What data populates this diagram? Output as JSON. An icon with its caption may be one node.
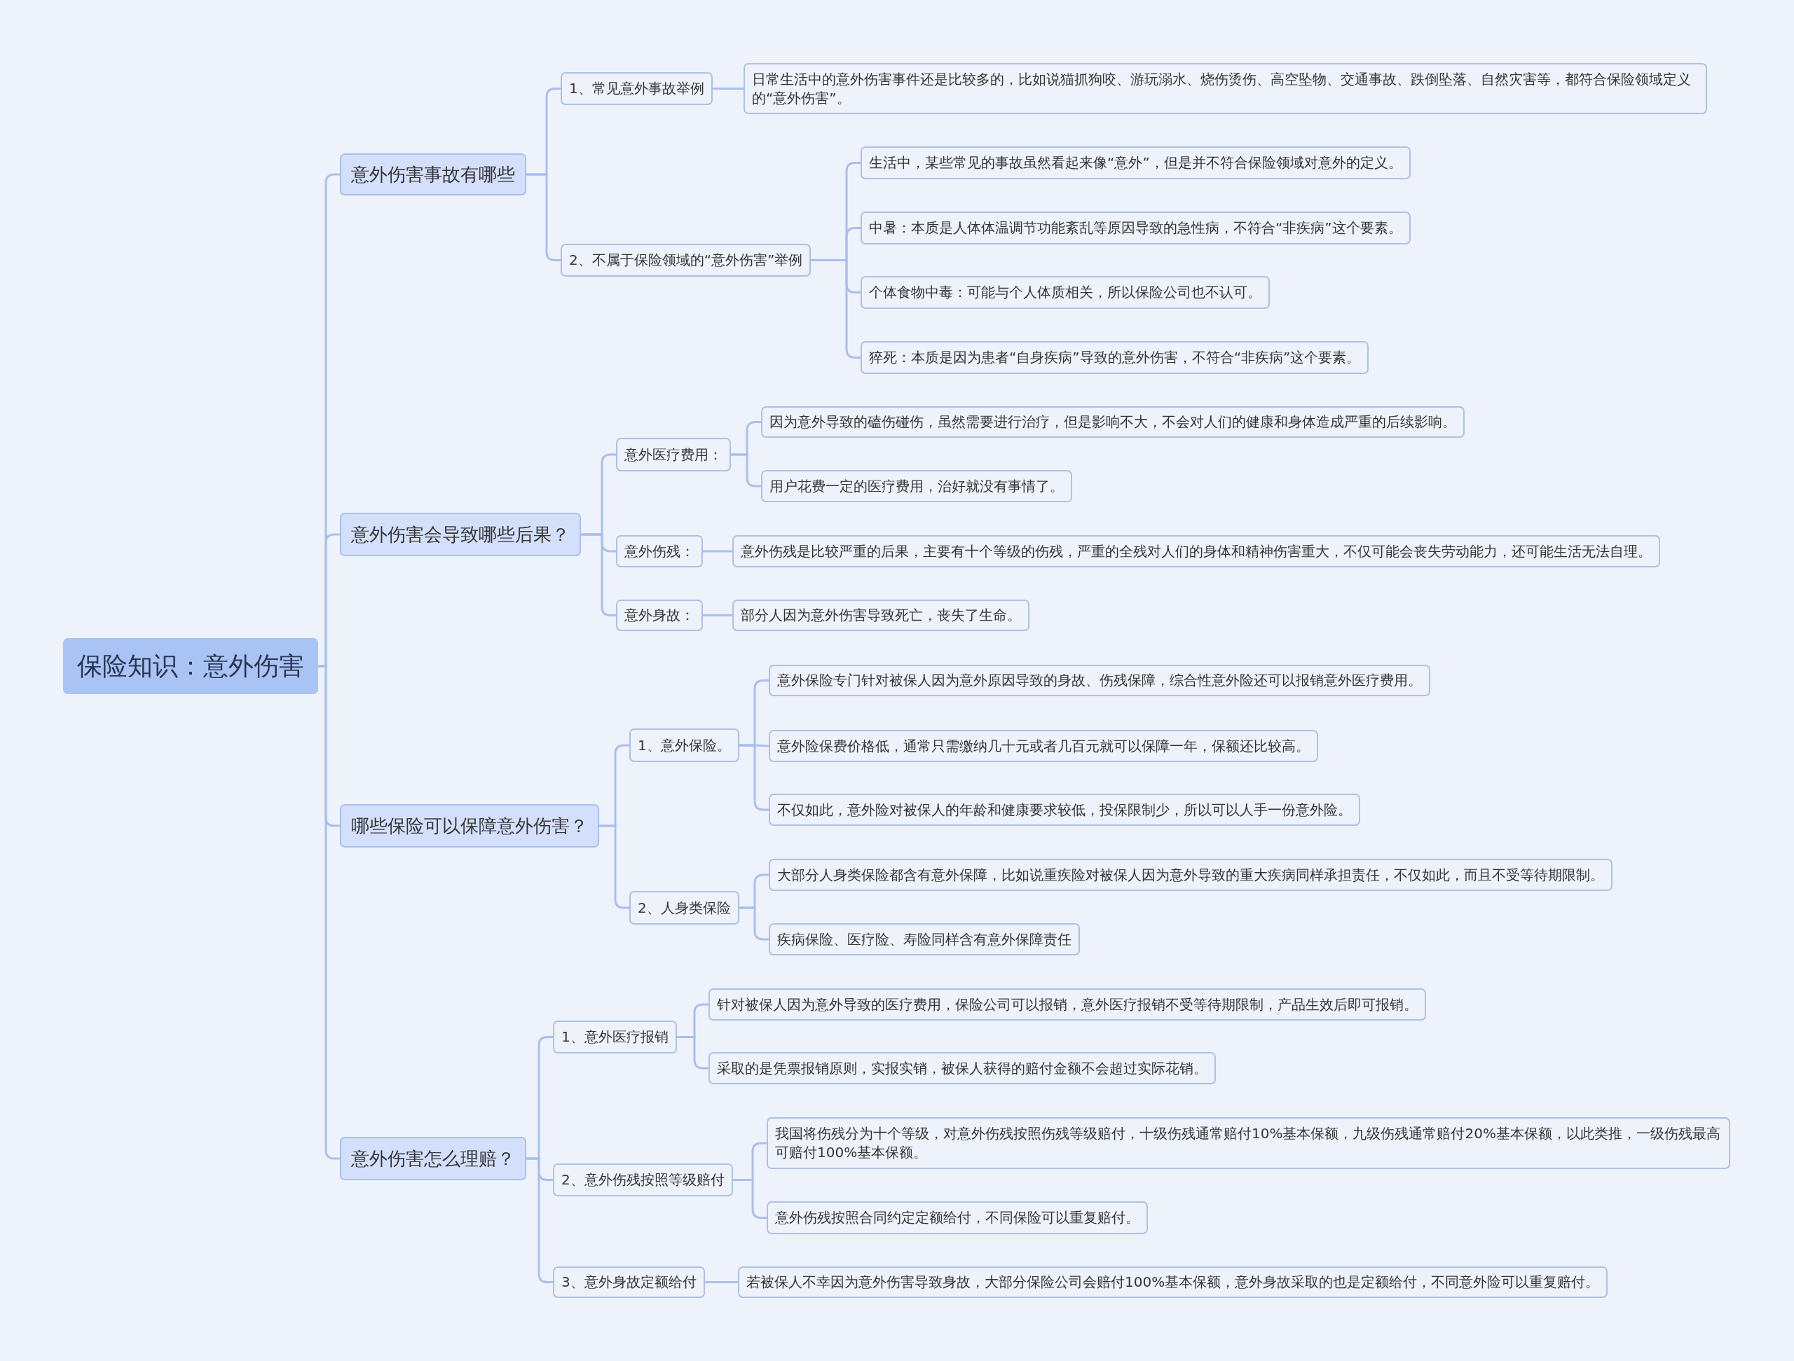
{
  "diagram": {
    "nodes": [
      {
        "text": [
          "保险知识：意外伤害"
        ]
      },
      {
        "text": [
          "意外伤害事故有哪些"
        ]
      },
      {
        "text": [
          "1、常见意外事故举例"
        ]
      },
      {
        "text": [
          "日常生活中的意外伤害事件还是比较多的，比如说猫抓狗咬、游玩溺水、烧伤烫伤、高空坠物、交通事故、跌倒坠落、自然灾害等，都符合保险领域定义的“意外伤害”。"
        ]
      },
      {
        "text": [
          "2、不属于保险领域的“意外伤害”举例"
        ]
      },
      {
        "text": [
          "生活中，某些常见的事故虽然看起来像“意外”，但是并不符合保险领域对意外的定义。"
        ]
      },
      {
        "text": [
          "中暑：本质是人体体温调节功能紊乱等原因导致的急性病，不符合“非疾病”这个要素。"
        ]
      },
      {
        "text": [
          "个体食物中毒：可能与个人体质相关，所以保险公司也不认可。"
        ]
      },
      {
        "text": [
          "猝死：本质是因为患者“自身疾病”导致的意外伤害，不符合“非疾病”这个要素。"
        ]
      },
      {
        "text": [
          "意外伤害会导致哪些后果？"
        ]
      },
      {
        "text": [
          "意外医疗费用："
        ]
      },
      {
        "text": [
          "因为意外导致的磕伤碰伤，虽然需要进行治疗，但是影响不大，不会对人们的健康和身体造成严重的后续影响。"
        ]
      },
      {
        "text": [
          "用户花费一定的医疗费用，治好就没有事情了。"
        ]
      },
      {
        "text": [
          "意外伤残："
        ]
      },
      {
        "text": [
          "意外伤残是比较严重的后果，主要有十个等级的伤残，严重的全残对人们的身体和精神伤害重大，不仅可能会丧失劳动能力，还可能生活无法自理。"
        ]
      },
      {
        "text": [
          "意外身故："
        ]
      },
      {
        "text": [
          "部分人因为意外伤害导致死亡，丧失了生命。"
        ]
      },
      {
        "text": [
          "哪些保险可以保障意外伤害？"
        ]
      },
      {
        "text": [
          "1、意外保险。"
        ]
      },
      {
        "text": [
          "意外保险专门针对被保人因为意外原因导致的身故、伤残保障，综合性意外险还可以报销意外医疗费用。"
        ]
      },
      {
        "text": [
          "意外险保费价格低，通常只需缴纳几十元或者几百元就可以保障一年，保额还比较高。"
        ]
      },
      {
        "text": [
          "不仅如此，意外险对被保人的年龄和健康要求较低，投保限制少，所以可以人手一份意外险。"
        ]
      },
      {
        "text": [
          "2、人身类保险"
        ]
      },
      {
        "text": [
          "大部分人身类保险都含有意外保障，比如说重疾险对被保人因为意外导致的重大疾病同样承担责任，不仅如此，而且不受等待期限制。"
        ]
      },
      {
        "text": [
          "疾病保险、医疗险、寿险同样含有意外保障责任"
        ]
      },
      {
        "text": [
          "意外伤害怎么理赔？"
        ]
      },
      {
        "text": [
          "1、意外医疗报销"
        ]
      },
      {
        "text": [
          "针对被保人因为意外导致的医疗费用，保险公司可以报销，意外医疗报销不受等待期限制，产品生效后即可报销。"
        ]
      },
      {
        "text": [
          "采取的是凭票报销原则，实报实销，被保人获得的赔付金额不会超过实际花销。"
        ]
      },
      {
        "text": [
          "2、意外伤残按照等级赔付"
        ]
      },
      {
        "text": [
          "我国将伤残分为十个等级，对意外伤残按照伤残等级赔付，十级伤残通常赔付10%基本保额，九级伤残通常赔付20%基本保额，以此类推，一级伤残最高可赔付100%基本保额。"
        ]
      },
      {
        "text": [
          "意外伤残按照合同约定定额给付，不同保险可以重复赔付。"
        ]
      },
      {
        "text": [
          "3、意外身故定额给付"
        ]
      },
      {
        "text": [
          "若被保人不幸因为意外伤害导致身故，大部分保险公司会赔付100%基本保额，意外身故采取的也是定额给付，不同意外险可以重复赔付。"
        ]
      }
    ],
    "edges": [
      {
        "from": 0,
        "to": 1,
        "arrow": "none"
      },
      {
        "from": 1,
        "to": 2,
        "arrow": "none"
      },
      {
        "from": 2,
        "to": 3,
        "arrow": "none"
      },
      {
        "from": 1,
        "to": 4,
        "arrow": "none"
      },
      {
        "from": 4,
        "to": 5,
        "arrow": "none"
      },
      {
        "from": 4,
        "to": 6,
        "arrow": "none"
      },
      {
        "from": 4,
        "to": 7,
        "arrow": "none"
      },
      {
        "from": 4,
        "to": 8,
        "arrow": "none"
      },
      {
        "from": 0,
        "to": 9,
        "arrow": "none"
      },
      {
        "from": 9,
        "to": 10,
        "arrow": "none"
      },
      {
        "from": 10,
        "to": 11,
        "arrow": "none"
      },
      {
        "from": 10,
        "to": 12,
        "arrow": "none"
      },
      {
        "from": 9,
        "to": 13,
        "arrow": "none"
      },
      {
        "from": 13,
        "to": 14,
        "arrow": "none"
      },
      {
        "from": 9,
        "to": 15,
        "arrow": "none"
      },
      {
        "from": 15,
        "to": 16,
        "arrow": "none"
      },
      {
        "from": 0,
        "to": 17,
        "arrow": "none"
      },
      {
        "from": 17,
        "to": 18,
        "arrow": "none"
      },
      {
        "from": 18,
        "to": 19,
        "arrow": "none"
      },
      {
        "from": 18,
        "to": 20,
        "arrow": "none"
      },
      {
        "from": 18,
        "to": 21,
        "arrow": "none"
      },
      {
        "from": 17,
        "to": 22,
        "arrow": "none"
      },
      {
        "from": 22,
        "to": 23,
        "arrow": "none"
      },
      {
        "from": 22,
        "to": 24,
        "arrow": "none"
      },
      {
        "from": 0,
        "to": 25,
        "arrow": "none"
      },
      {
        "from": 25,
        "to": 26,
        "arrow": "none"
      },
      {
        "from": 26,
        "to": 27,
        "arrow": "none"
      },
      {
        "from": 26,
        "to": 28,
        "arrow": "none"
      },
      {
        "from": 25,
        "to": 29,
        "arrow": "none"
      },
      {
        "from": 29,
        "to": 30,
        "arrow": "none"
      },
      {
        "from": 29,
        "to": 31,
        "arrow": "none"
      },
      {
        "from": 25,
        "to": 32,
        "arrow": "none"
      },
      {
        "from": 32,
        "to": 33,
        "arrow": "none"
      }
    ]
  }
}
